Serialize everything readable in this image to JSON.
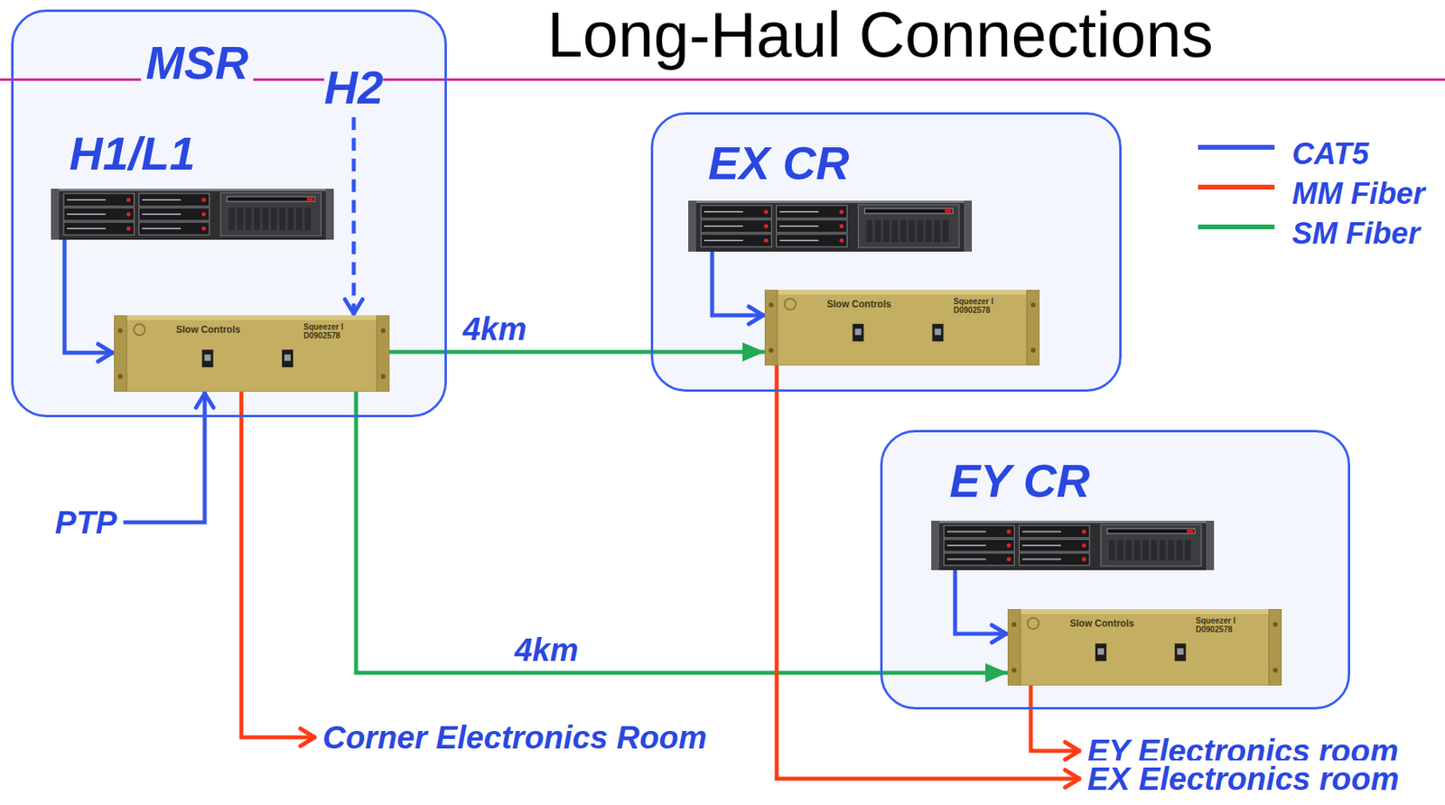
{
  "diagram": {
    "title": "Long-Haul Connections",
    "nodes": [
      {
        "text": [
          "MSR"
        ]
      },
      {
        "text": [
          "H2"
        ],
        "in": 0
      },
      {
        "text": [
          "H1/L1"
        ],
        "in": 0
      },
      {
        "text": [
          "Slow Controls",
          "Squeezer I D0902578"
        ],
        "in": 0
      },
      {
        "text": [
          "EX CR"
        ]
      },
      {
        "text": [
          "Slow Controls",
          "Squeezer I D0902578"
        ],
        "in": 4
      },
      {
        "text": [
          "EY CR"
        ]
      },
      {
        "text": [
          "Slow Controls",
          "Squeezer I D0902578"
        ],
        "in": 6
      },
      {
        "text": [
          "PTP"
        ]
      },
      {
        "text": [
          "Corner Electronics Room"
        ]
      },
      {
        "text": [
          "EY Electronics room"
        ]
      },
      {
        "text": [
          "EX Electronics room"
        ]
      }
    ],
    "edges": [
      {
        "from": 1,
        "to": 3,
        "arrow": "to"
      },
      {
        "from": 2,
        "to": 3,
        "arrow": "to"
      },
      {
        "from": 8,
        "to": 3,
        "arrow": "to"
      },
      {
        "from": 3,
        "to": 5,
        "label": "4km",
        "arrow": "to"
      },
      {
        "from": 3,
        "to": 7,
        "label": "4km",
        "arrow": "to"
      },
      {
        "from": 3,
        "to": 9,
        "arrow": "to"
      },
      {
        "from": 5,
        "to": 11,
        "arrow": "to"
      },
      {
        "from": 7,
        "to": 10,
        "arrow": "to"
      }
    ],
    "legend": [
      {
        "text": "CAT5",
        "color": "#3355ee"
      },
      {
        "text": "MM Fiber",
        "color": "#ff3c14"
      },
      {
        "text": "SM Fiber",
        "color": "#22aa55"
      }
    ]
  }
}
